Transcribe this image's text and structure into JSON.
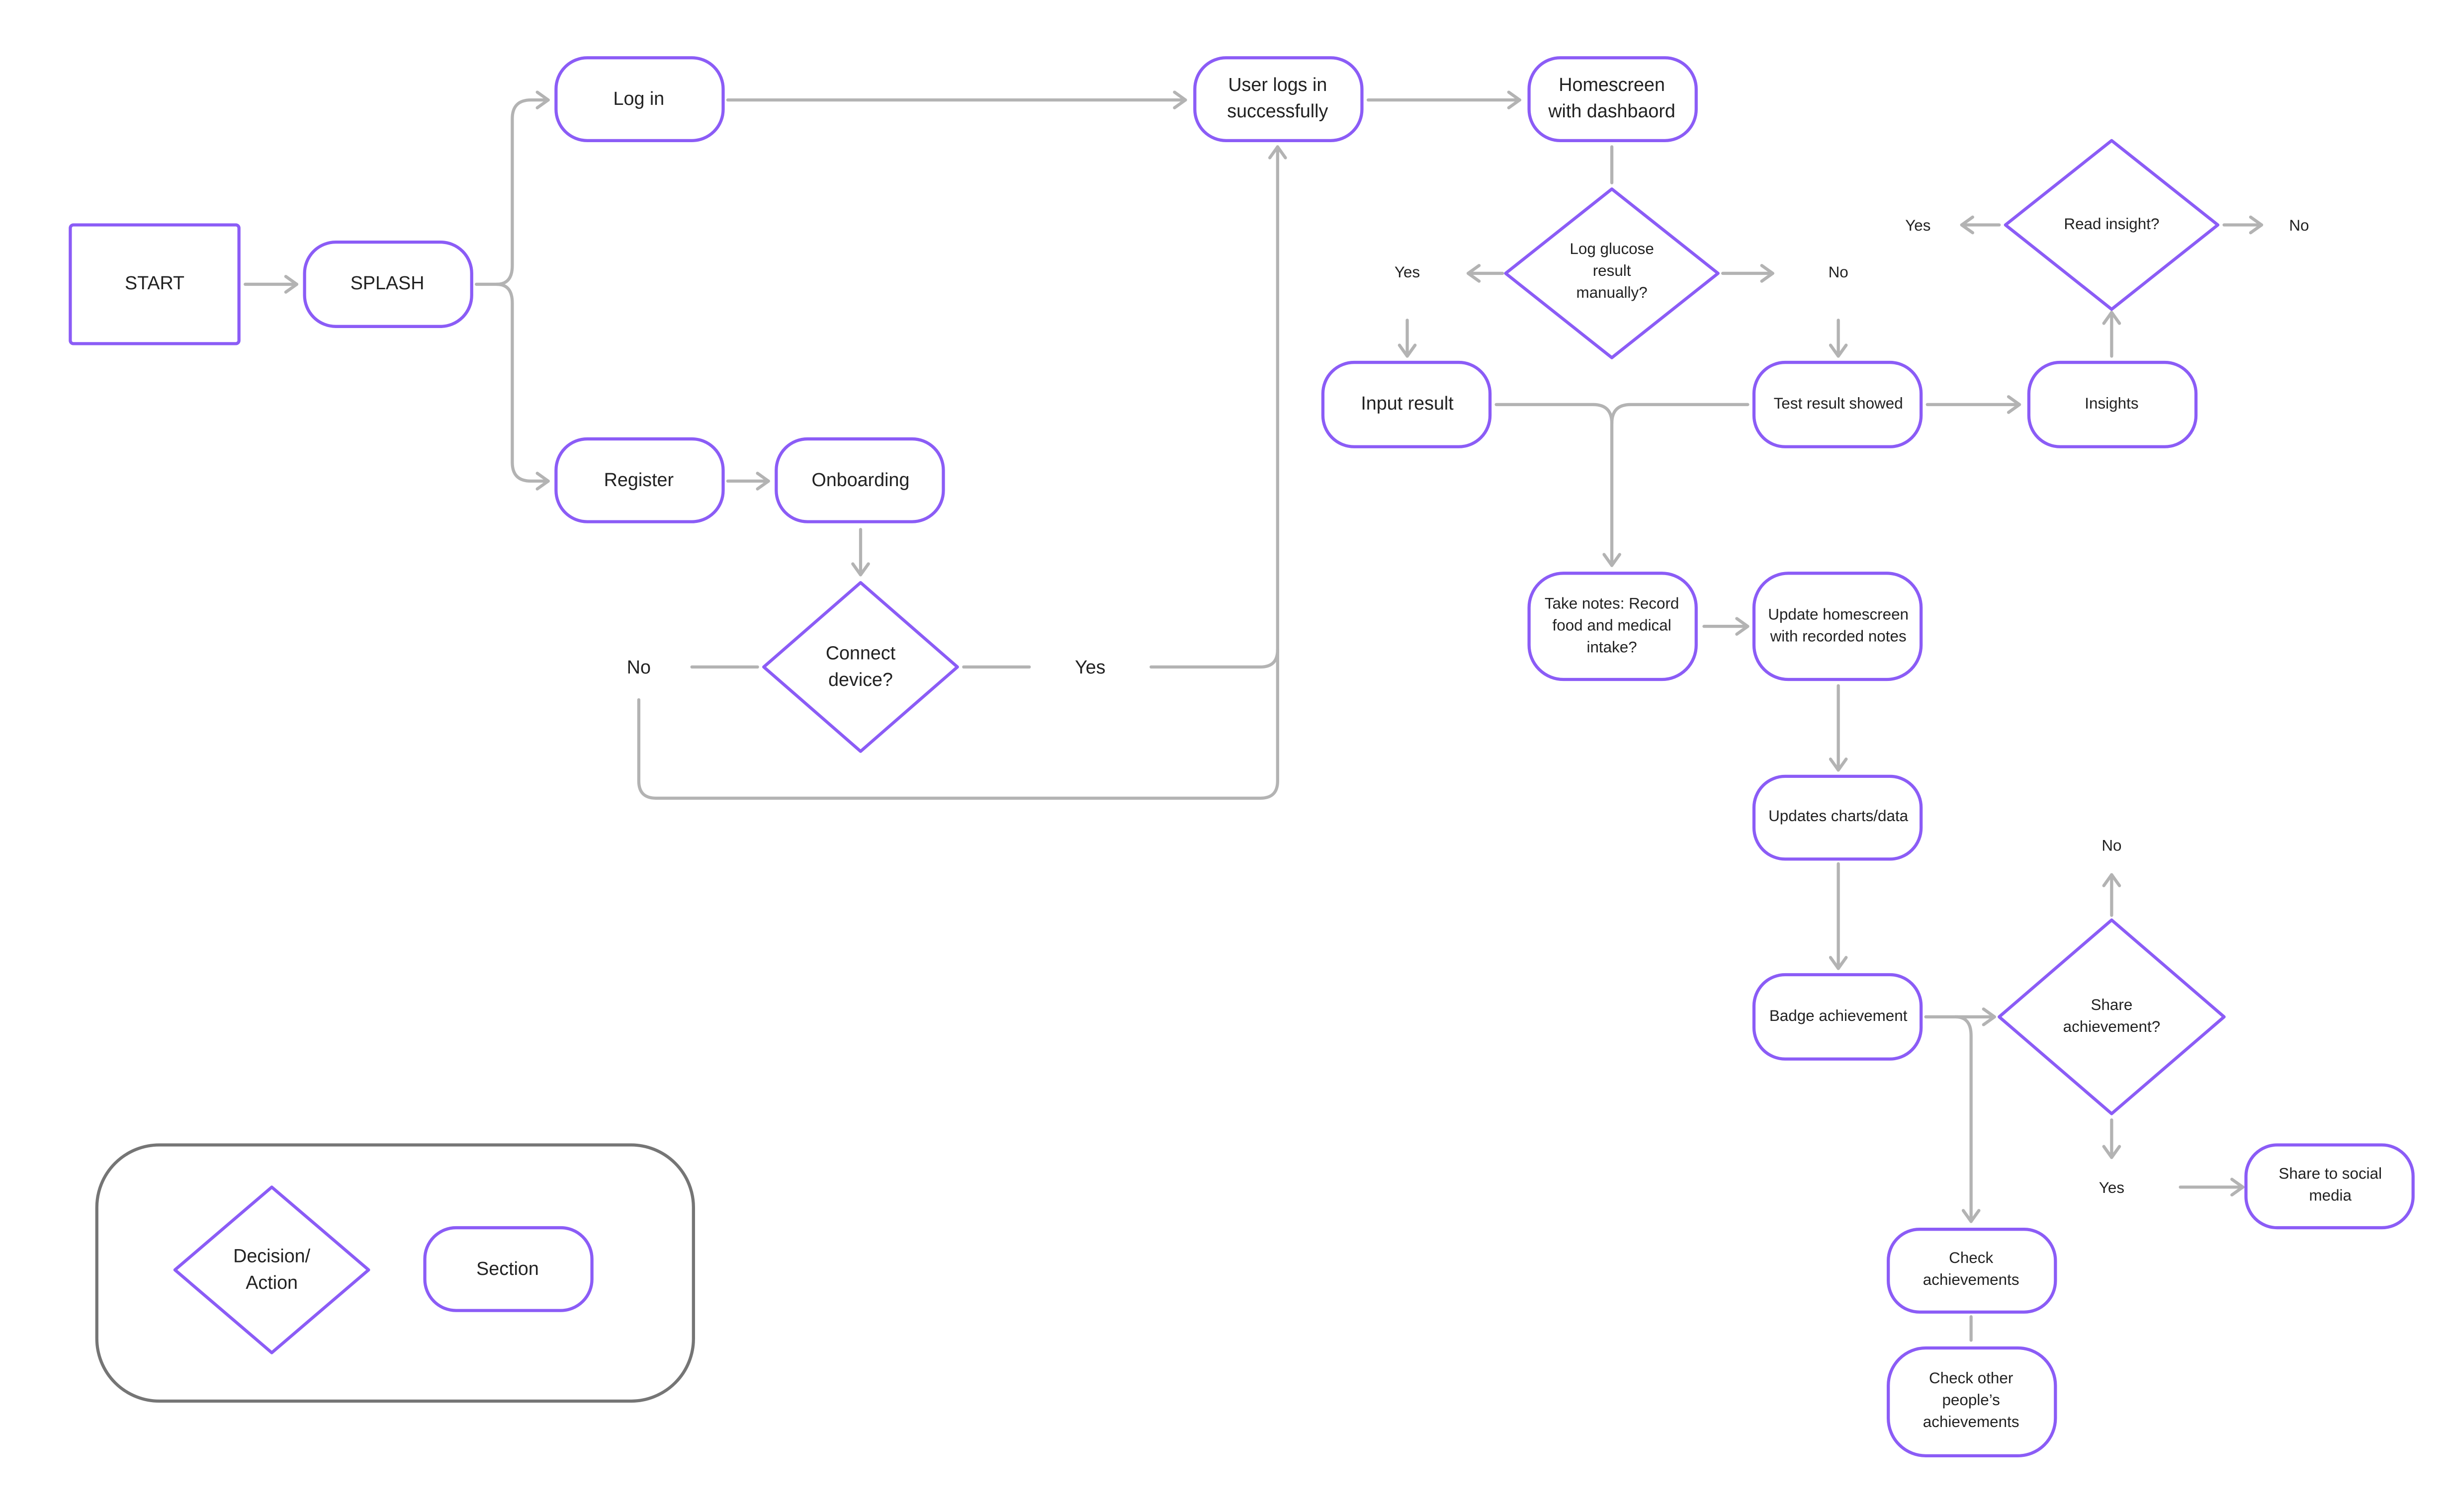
{
  "diagram": {
    "title": "Glucose tracking app user flow",
    "accent_color": "#8b5cf6",
    "connector_color": "#b3b3b3",
    "legend_border_color": "#757575",
    "text_color": "#222222"
  },
  "nodes": {
    "start": {
      "label": [
        "START"
      ],
      "shape": "rectangle"
    },
    "splash": {
      "label": [
        "SPLASH"
      ],
      "shape": "pill"
    },
    "login": {
      "label": [
        "Log in"
      ],
      "shape": "pill"
    },
    "register": {
      "label": [
        "Register"
      ],
      "shape": "pill"
    },
    "onboarding": {
      "label": [
        "Onboarding"
      ],
      "shape": "pill"
    },
    "connect_device": {
      "label": [
        "Connect",
        "device?"
      ],
      "shape": "diamond"
    },
    "logged_in": {
      "label": [
        "User logs in",
        "successfully"
      ],
      "shape": "pill"
    },
    "homescreen": {
      "label": [
        "Homescreen",
        "with dashbaord"
      ],
      "shape": "pill"
    },
    "log_glucose": {
      "label": [
        "Log glucose",
        "result",
        "manually?"
      ],
      "shape": "diamond"
    },
    "input_result": {
      "label": [
        "Input result"
      ],
      "shape": "pill"
    },
    "test_result": {
      "label": [
        "Test result showed"
      ],
      "shape": "pill"
    },
    "insights": {
      "label": [
        "Insights"
      ],
      "shape": "pill"
    },
    "read_insight": {
      "label": [
        "Read insight?"
      ],
      "shape": "diamond"
    },
    "take_notes": {
      "label": [
        "Take notes: Record",
        "food and medical",
        "intake?"
      ],
      "shape": "pill"
    },
    "update_home": {
      "label": [
        "Update homescreen",
        "with recorded notes"
      ],
      "shape": "pill"
    },
    "updates_charts": {
      "label": [
        "Updates charts/data"
      ],
      "shape": "pill"
    },
    "badge": {
      "label": [
        "Badge achievement"
      ],
      "shape": "pill"
    },
    "share_achievement": {
      "label": [
        "Share",
        "achievement?"
      ],
      "shape": "diamond"
    },
    "share_social": {
      "label": [
        "Share to social",
        "media"
      ],
      "shape": "pill"
    },
    "check_achievements": {
      "label": [
        "Check",
        "achievements"
      ],
      "shape": "pill"
    },
    "check_others": {
      "label": [
        "Check other",
        "people’s",
        "achievements"
      ],
      "shape": "pill"
    }
  },
  "branch_labels": {
    "connect_no": "No",
    "connect_yes": "Yes",
    "log_yes": "Yes",
    "log_no": "No",
    "read_yes": "Yes",
    "read_no": "No",
    "share_no": "No",
    "share_yes": "Yes"
  },
  "legend": {
    "decision": [
      "Decision/",
      "Action"
    ],
    "section": [
      "Section"
    ]
  },
  "edges": [
    {
      "from": "start",
      "to": "splash"
    },
    {
      "from": "splash",
      "to": "login"
    },
    {
      "from": "splash",
      "to": "register"
    },
    {
      "from": "login",
      "to": "logged_in"
    },
    {
      "from": "register",
      "to": "onboarding"
    },
    {
      "from": "onboarding",
      "to": "connect_device"
    },
    {
      "from": "connect_device",
      "to": "logged_in",
      "label": "Yes"
    },
    {
      "from": "connect_device",
      "to": "logged_in",
      "label": "No"
    },
    {
      "from": "logged_in",
      "to": "homescreen"
    },
    {
      "from": "homescreen",
      "to": "log_glucose"
    },
    {
      "from": "log_glucose",
      "to": "input_result",
      "label": "Yes"
    },
    {
      "from": "log_glucose",
      "to": "test_result",
      "label": "No"
    },
    {
      "from": "input_result",
      "to": "take_notes"
    },
    {
      "from": "test_result",
      "to": "take_notes"
    },
    {
      "from": "test_result",
      "to": "insights"
    },
    {
      "from": "insights",
      "to": "read_insight"
    },
    {
      "from": "take_notes",
      "to": "update_home"
    },
    {
      "from": "update_home",
      "to": "updates_charts"
    },
    {
      "from": "updates_charts",
      "to": "badge"
    },
    {
      "from": "badge",
      "to": "share_achievement"
    },
    {
      "from": "badge",
      "to": "check_achievements"
    },
    {
      "from": "share_achievement",
      "to": "share_social",
      "label": "Yes"
    },
    {
      "from": "check_achievements",
      "to": "check_others"
    }
  ]
}
